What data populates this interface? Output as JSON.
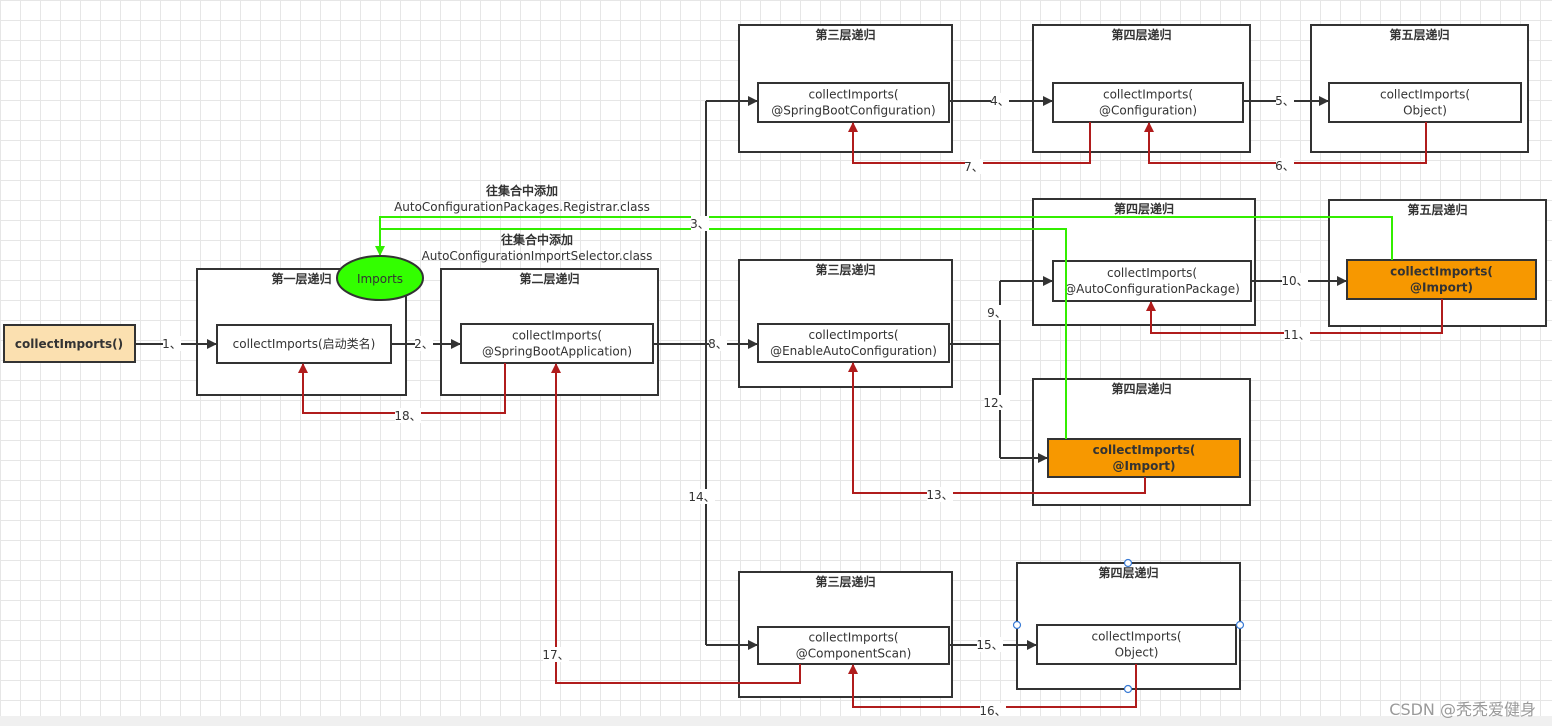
{
  "start": {
    "label": "collectImports()",
    "color": "#fbe0b0"
  },
  "imports_node": {
    "label": "Imports",
    "color": "#33ff00"
  },
  "nodes": [
    {
      "title": "第一层递归",
      "lines": [
        "collectImports(启动类名)"
      ],
      "highlighted": false
    },
    {
      "title": "第二层递归",
      "lines": [
        "collectImports(",
        "@SpringBootApplication)"
      ],
      "highlighted": false
    },
    {
      "title": "第三层递归",
      "lines": [
        "collectImports(",
        "@SpringBootConfiguration)"
      ],
      "highlighted": false
    },
    {
      "title": "第四层递归",
      "lines": [
        "collectImports(",
        "@Configuration)"
      ],
      "highlighted": false
    },
    {
      "title": "第五层递归",
      "lines": [
        "collectImports(",
        "Object)"
      ],
      "highlighted": false
    },
    {
      "title": "第三层递归",
      "lines": [
        "collectImports(",
        "@EnableAutoConfiguration)"
      ],
      "highlighted": false
    },
    {
      "title": "第四层递归",
      "lines": [
        "collectImports(",
        "@AutoConfigurationPackage)"
      ],
      "highlighted": false
    },
    {
      "title": "第五层递归",
      "lines": [
        "collectImports(",
        "@Import)"
      ],
      "highlighted": true
    },
    {
      "title": "第四层递归",
      "lines": [
        "collectImports(",
        "@Import)"
      ],
      "highlighted": true
    },
    {
      "title": "第三层递归",
      "lines": [
        "collectImports(",
        "@ComponentScan)"
      ],
      "highlighted": false
    },
    {
      "title": "第四层递归",
      "lines": [
        "collectImports(",
        "Object)"
      ],
      "highlighted": false
    }
  ],
  "annotations": [
    {
      "line1": "往集合中添加",
      "line2": "AutoConfigurationPackages.Registrar.class"
    },
    {
      "line1": "往集合中添加",
      "line2": "AutoConfigurationImportSelector.class"
    }
  ],
  "step_labels": [
    "1、",
    "2、",
    "3、",
    "4、",
    "5、",
    "6、",
    "7、",
    "8、",
    "9、",
    "10、",
    "11、",
    "12、",
    "13、",
    "14、",
    "15、",
    "16、",
    "17、",
    "18、"
  ],
  "colors": {
    "call_arrow": "#333333",
    "return_arrow": "#b01c1c",
    "import_arrow": "#33ee00",
    "highlight": "#f79800"
  },
  "watermark": "CSDN @秃秃爱健身"
}
